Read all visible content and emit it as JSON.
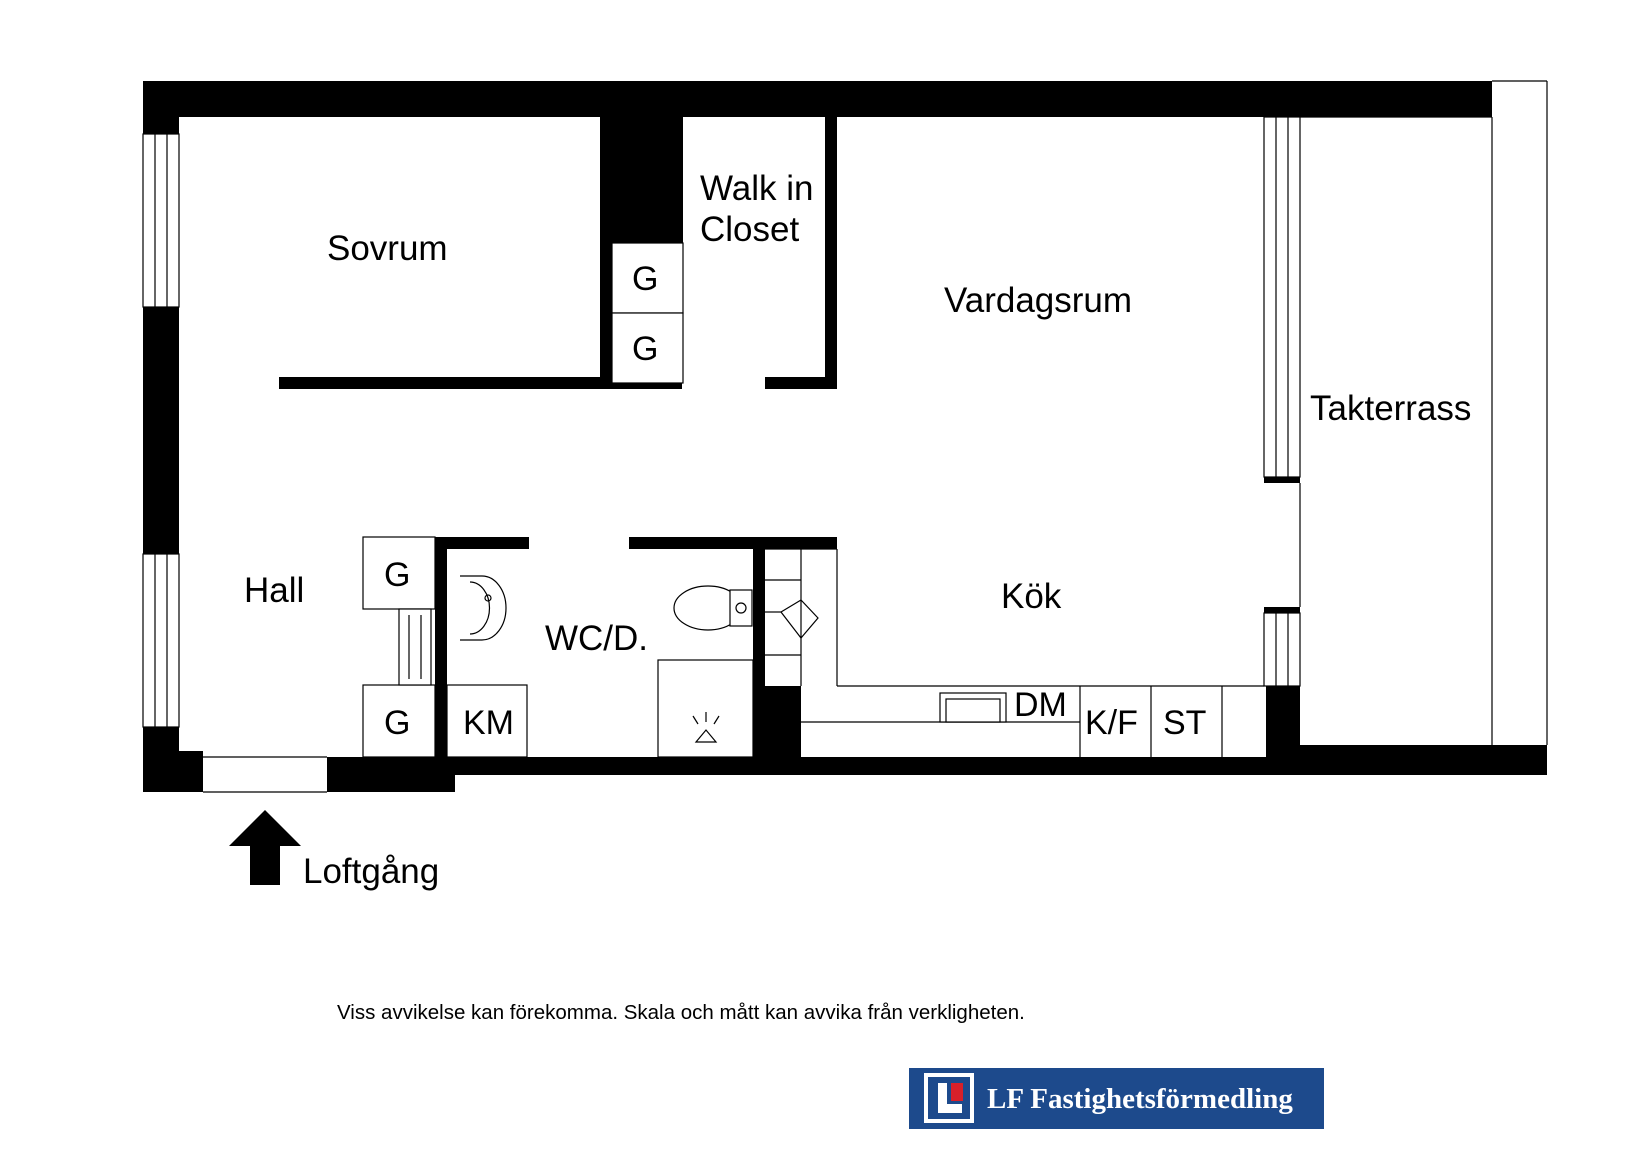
{
  "rooms": {
    "sovrum": "Sovrum",
    "walk_in_line1": "Walk in",
    "walk_in_line2": "Closet",
    "vardagsrum": "Vardagsrum",
    "takterrass": "Takterrass",
    "hall": "Hall",
    "wc": "WC/D.",
    "kok": "Kök"
  },
  "fixtures": {
    "closet_top_1": "G",
    "closet_top_2": "G",
    "closet_hall_1": "G",
    "closet_hall_2": "G",
    "km": "KM",
    "dm": "DM",
    "kf": "K/F",
    "st": "ST"
  },
  "entrance": {
    "label": "Loftgång"
  },
  "disclaimer": "Viss avvikelse kan förekomma. Skala och mått kan avvika från verkligheten.",
  "logo": {
    "text": "LF Fastighetsförmedling",
    "background_color": "#1d4a8c",
    "accent_color": "#d8202a"
  }
}
